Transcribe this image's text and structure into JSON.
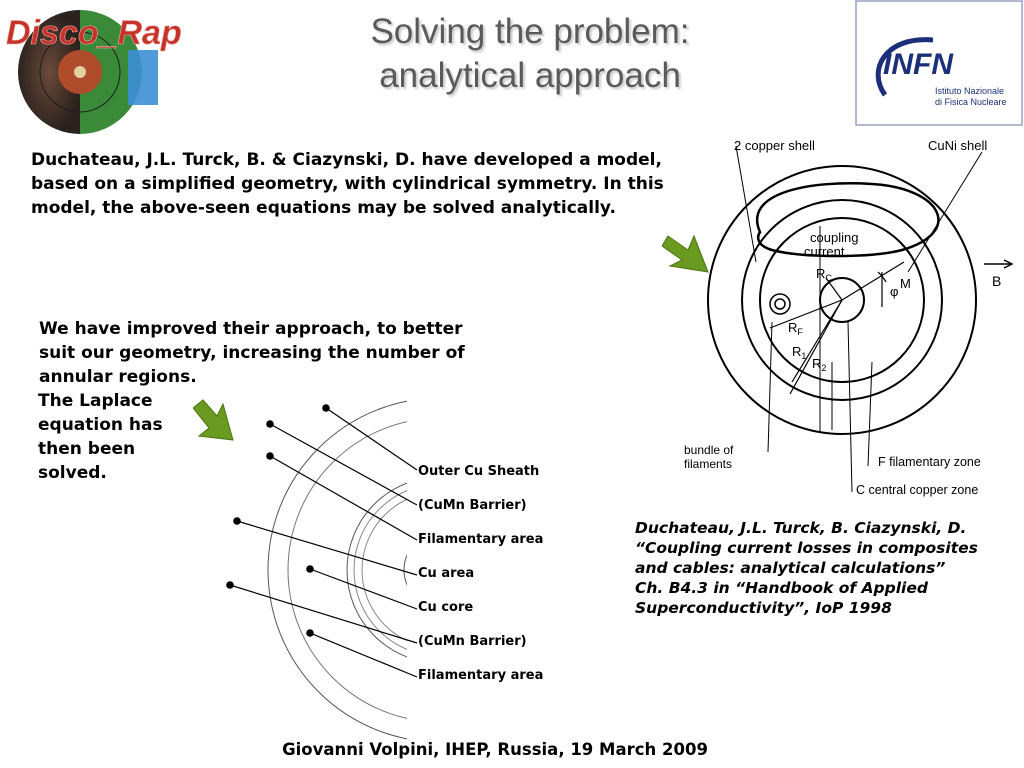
{
  "slide": {
    "title_line1": "Solving the problem:",
    "title_line2": "analytical approach",
    "paragraph1": "Duchateau, J.L. Turck, B. & Ciazynski, D. have developed a model, based on a simplified geometry, with cylindrical symmetry. In this model, the above-seen equations may be solved analytically.",
    "paragraph2": "We have improved their approach, to better suit our geometry, increasing the number of annular regions.",
    "paragraph3": "The Laplace equation has then been solved.",
    "reference": {
      "line1": "Duchateau, J.L. Turck, B. Ciazynski, D.",
      "line2": "“Coupling current losses in composites",
      "line3": "and cables: analytical calculations”",
      "line4": "Ch. B4.3 in “Handbook of Applied",
      "line5": "Superconductivity”, IoP 1998"
    },
    "footer": "Giovanni Volpini, IHEP, Russia, 19 March 2009"
  },
  "logos": {
    "left_text": "Disco_Rap",
    "infn_text": "INFN",
    "infn_sub1": "Istituto Nazionale",
    "infn_sub2": "di Fisica Nucleare"
  },
  "cross_section_labels": [
    "Outer Cu Sheath",
    "(CuMn Barrier)",
    "Filamentary area",
    "Cu area",
    "Cu core",
    "(CuMn Barrier)",
    "Filamentary area"
  ],
  "model_diagram": {
    "copper_shell": "2 copper shell",
    "cuni_shell": "CuNi shell",
    "coupling_line1": "coupling",
    "coupling_line2": "current",
    "rc": "R",
    "rc_sub": "C",
    "phi": "φ",
    "m": "M",
    "b": "B",
    "rf": "R",
    "rf_sub": "F",
    "r1": "R",
    "r1_sub": "1",
    "r2": "R",
    "r2_sub": "2",
    "bundle_line1": "bundle of",
    "bundle_line2": "filaments",
    "f_zone": "F filamentary  zone",
    "c_zone": "C central copper zone"
  },
  "colors": {
    "title": "#5a5a5a",
    "arrow_green": "#6a9a1f",
    "infn_blue": "#1c2f7a"
  }
}
